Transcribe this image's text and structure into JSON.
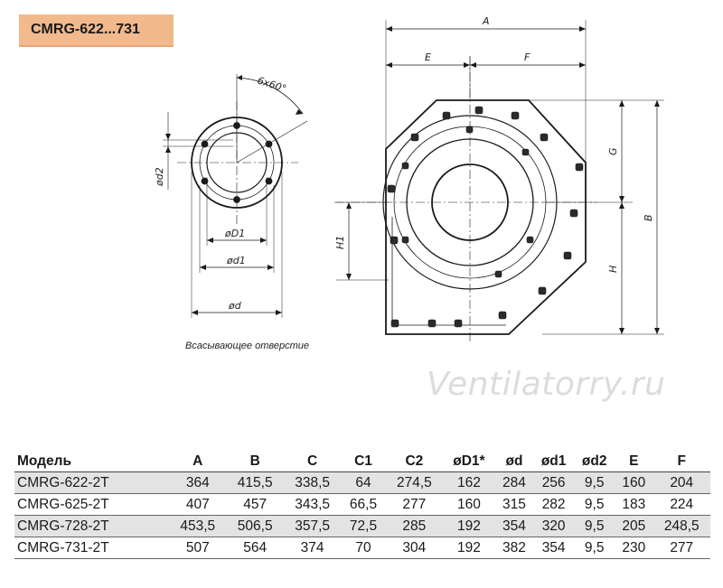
{
  "header": {
    "title": "CMRG-622...731"
  },
  "drawing": {
    "inlet_caption": "Всасывающее отверстие",
    "labels": {
      "angle": "6x60°",
      "od2": "ød2",
      "oD1": "øD1",
      "od1": "ød1",
      "od": "ød",
      "A": "A",
      "E": "E",
      "F": "F",
      "G": "G",
      "B": "B",
      "H": "H",
      "H1": "H1"
    }
  },
  "watermark": "Ventilatorry.ru",
  "table": {
    "headers": [
      "Модель",
      "A",
      "B",
      "C",
      "C1",
      "C2",
      "øD1*",
      "ød",
      "ød1",
      "ød2",
      "E",
      "F"
    ],
    "rows": [
      [
        "CMRG-622-2T",
        "364",
        "415,5",
        "338,5",
        "64",
        "274,5",
        "162",
        "284",
        "256",
        "9,5",
        "160",
        "204"
      ],
      [
        "CMRG-625-2T",
        "407",
        "457",
        "343,5",
        "66,5",
        "277",
        "160",
        "315",
        "282",
        "9,5",
        "183",
        "224"
      ],
      [
        "CMRG-728-2T",
        "453,5",
        "506,5",
        "357,5",
        "72,5",
        "285",
        "192",
        "354",
        "320",
        "9,5",
        "205",
        "248,5"
      ],
      [
        "CMRG-731-2T",
        "507",
        "564",
        "374",
        "70",
        "304",
        "192",
        "382",
        "354",
        "9,5",
        "230",
        "277"
      ]
    ]
  }
}
